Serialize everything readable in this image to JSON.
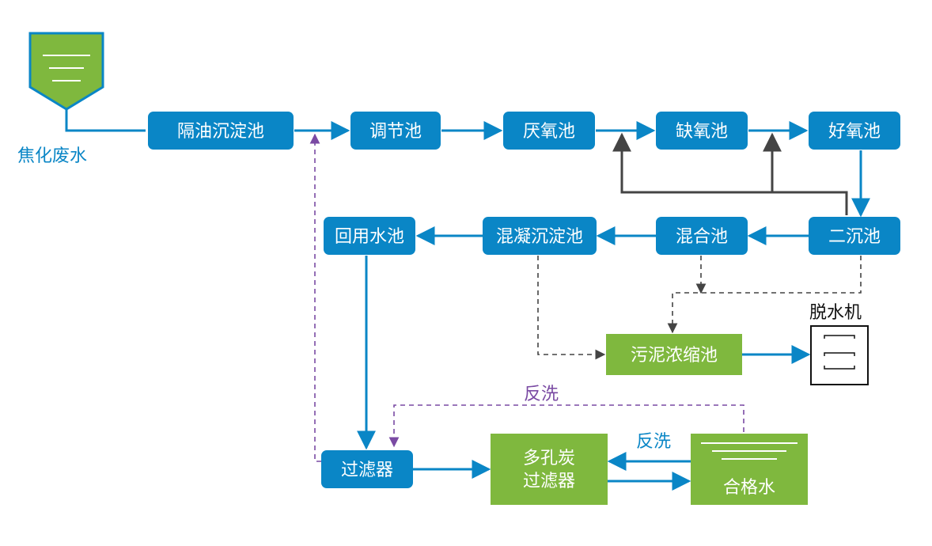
{
  "colors": {
    "blue": "#0a86c6",
    "green": "#7fb83e",
    "dark_arrow": "#444444",
    "purple": "#7a4aa3"
  },
  "nodes": {
    "source": "焦化废水",
    "oil_separation": "隔油沉淀池",
    "regulating": "调节池",
    "anaerobic": "厌氧池",
    "anoxic": "缺氧池",
    "aerobic": "好氧池",
    "secondary_settling": "二沉池",
    "mixing": "混合池",
    "coagulation_settling": "混凝沉淀池",
    "reuse_pool": "回用水池",
    "sludge_thickener": "污泥浓缩池",
    "dewatering_machine": "脱水机",
    "filter": "过滤器",
    "porous_carbon_filter_line1": "多孔炭",
    "porous_carbon_filter_line2": "过滤器",
    "qualified_water": "合格水"
  },
  "labels": {
    "backwash_1": "反洗",
    "backwash_2": "反洗"
  },
  "icons": {
    "wastewater_tank": "tank-icon",
    "dewatering": "dewatering-machine-icon"
  }
}
